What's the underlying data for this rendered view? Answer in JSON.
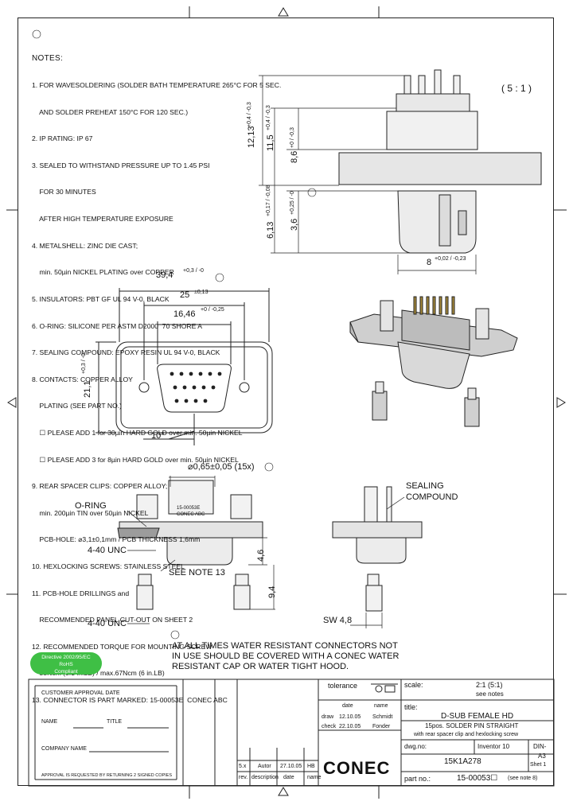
{
  "notes": {
    "heading": "NOTES:",
    "lines": [
      "1. FOR WAVESOLDERING (SOLDER BATH TEMPERATURE 265°C FOR 5 SEC.",
      "    AND SOLDER PREHEAT 150°C FOR 120 SEC.)",
      "2. IP RATING: IP 67",
      "3. SEALED TO WITHSTAND PRESSURE UP TO 1.45 PSI",
      "    FOR 30 MINUTES",
      "    AFTER HIGH TEMPERATURE EXPOSURE",
      "4. METALSHELL: ZINC DIE CAST;",
      "    min. 50µin NICKEL PLATING over COPPER",
      "5. INSULATORS: PBT GF UL 94 V-0, BLACK",
      "6. O-RING: SILICONE PER ASTM D2000  70 SHORE A",
      "7. SEALING COMPOUND: EPOXY RESIN UL 94 V-0, BLACK",
      "8. CONTACTS: COPPER ALLOY",
      "    PLATING (SEE PART NO.)",
      "    ☐ PLEASE ADD 1 for 30µin HARD GOLD over min. 50µin NICKEL",
      "    ☐ PLEASE ADD 3 for 8µin HARD GOLD over min. 50µin NICKEL",
      "9. REAR SPACER CLIPS: COPPER ALLOY;",
      "    min. 200µin TIN over 50µin NICKEL",
      "    PCB-HOLE: ⌀3,1±0,1mm / PCB THICKNESS 1,6mm",
      "10. HEXLOCKING SCREWS: STAINLESS STEEL",
      "11. PCB-HOLE DRILLINGS and",
      "    RECOMMENDED PANEL CUT-OUT ON SHEET 2",
      "12. RECOMMENDED TORQUE FOR MOUNTING SCREW",
      "    35Ncm (3.1 in.LB) / max.67Ncm (6 in.LB)",
      "13. CONNECTOR IS PART MARKED: 15-00053E  CONEC ABC"
    ]
  },
  "labels": {
    "scale_view": "( 5 : 1 )",
    "dim_39": "39,4",
    "dim_39_tol": "+0,3 / -0",
    "dim_25": "25",
    "dim_25_tol": "±0,13",
    "dim_16": "16,46",
    "dim_16_tol": "+0 / -0,25",
    "dim_21": "21,1",
    "dim_21_tol": "+0,3 / -0",
    "dim_10deg": "10°",
    "dim_12": "12,13",
    "dim_12_tol": "+0,4 / -0,3",
    "dim_11": "11,5",
    "dim_11_tol": "+0,4 / -0,3",
    "dim_8_6": "8,6",
    "dim_8_6_tol": "+0 / -0,3",
    "dim_6_13": "6,13",
    "dim_6_13_tol": "+0,17 / -0,08",
    "dim_3_6": "3,6",
    "dim_3_6_tol": "+0,25 / -0",
    "dim_8": "8",
    "dim_8_tol": "+0,02 / -0,23",
    "dim_hole": "⌀0,65±0,05 (15x)",
    "o_ring": "O-RING",
    "unc_1": "4-40 UNC",
    "unc_2": "4-40 UNC",
    "see_note": "SEE NOTE 13",
    "dim_4_6": "4,6",
    "dim_9_4": "9,4",
    "sw": "SW 4,8",
    "sealing_1": "SEALING",
    "sealing_2": "COMPOUND",
    "marking_1": "15-00053E",
    "marking_2": "CONEC ABC",
    "warning_1": "AT ALL TIMES WATER RESISTANT CONNECTORS NOT",
    "warning_2": "IN USE SHOULD BE COVERED WITH A CONEC WATER",
    "warning_3": "RESISTANT CAP OR WATER TIGHT HOOD."
  },
  "rohs": {
    "line1": "Directive 2002/95/EC",
    "line2": "RoHS",
    "line3": "Compliant"
  },
  "title_block": {
    "tolerance": "tolerance",
    "scale_label": "scale:",
    "scale_value": "2:1 (5:1)",
    "material_value": "see notes",
    "title_label": "title:",
    "title_1": "D-SUB FEMALE HD",
    "title_2": "15pos. SOLDER PIN STRAIGHT",
    "title_3": "with rear spacer clip and hexlocking screw",
    "dwg_label": "dwg.no:",
    "dwg_value": "15K1A278",
    "software": "Inventor 10",
    "format_1": "DIN-",
    "format_2": "A3",
    "sheet": "Shet 1",
    "part_label": "part no.:",
    "part_value": "15-00053☐",
    "part_note": "(see note 8)",
    "date_header": "date",
    "name_header": "name",
    "row_draw": "draw",
    "row_draw_date": "12.10.05",
    "row_draw_name": "Schmidt",
    "row_check": "check",
    "row_check_date": "22.10.05",
    "row_check_name": "Fonder",
    "rev_label": "rev.",
    "desc_label": "description",
    "date_label": "date",
    "name_label": "name",
    "rev_entry_1": "5.x",
    "rev_entry_2": "Autor",
    "rev_entry_3": "27.10.05",
    "rev_entry_4": "HB",
    "customer_approval": "CUSTOMER APPROVAL DATE",
    "name_field": "NAME",
    "title_field": "TITLE",
    "company_field": "COMPANY NAME",
    "approval_note": "APPROVAL IS REQUESTED BY RETURNING 2 SIGNED COPIES",
    "brand": "CONEC"
  }
}
